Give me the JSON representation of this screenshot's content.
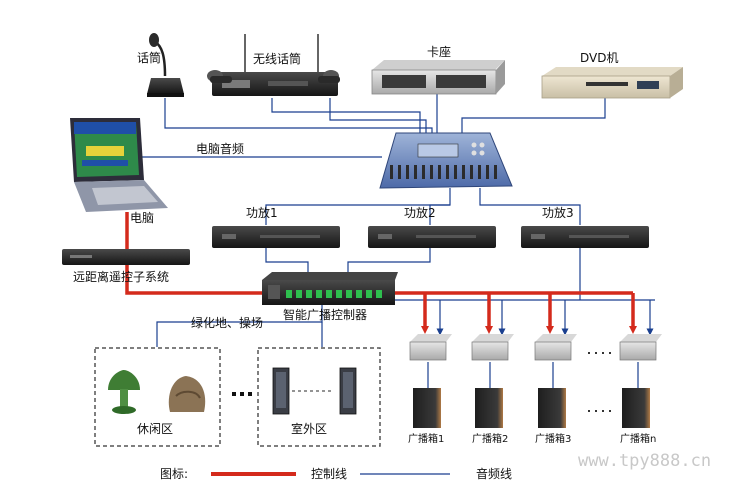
{
  "labels": {
    "microphone": "话筒",
    "wireless_mic": "无线话筒",
    "cassette": "卡座",
    "dvd": "DVD机",
    "pc_audio": "电脑音频",
    "computer": "电脑",
    "amp1": "功放1",
    "amp2": "功放2",
    "amp3": "功放3",
    "remote_system": "远距离遥控子系统",
    "controller": "智能广播控制器",
    "green_area": "绿化地、操场",
    "leisure": "休闲区",
    "outdoor": "室外区",
    "spk1": "广播箱1",
    "spk2": "广播箱2",
    "spk3": "广播箱3",
    "spkn": "广播箱n"
  },
  "legend": {
    "title": "图标:",
    "control": "控制线",
    "audio": "音频线"
  },
  "watermark": "www.tpy888.cn",
  "colors": {
    "control_line": "#d42a1c",
    "audio_line": "#1a3f8f",
    "device_dark": "#2a2a2a"
  }
}
